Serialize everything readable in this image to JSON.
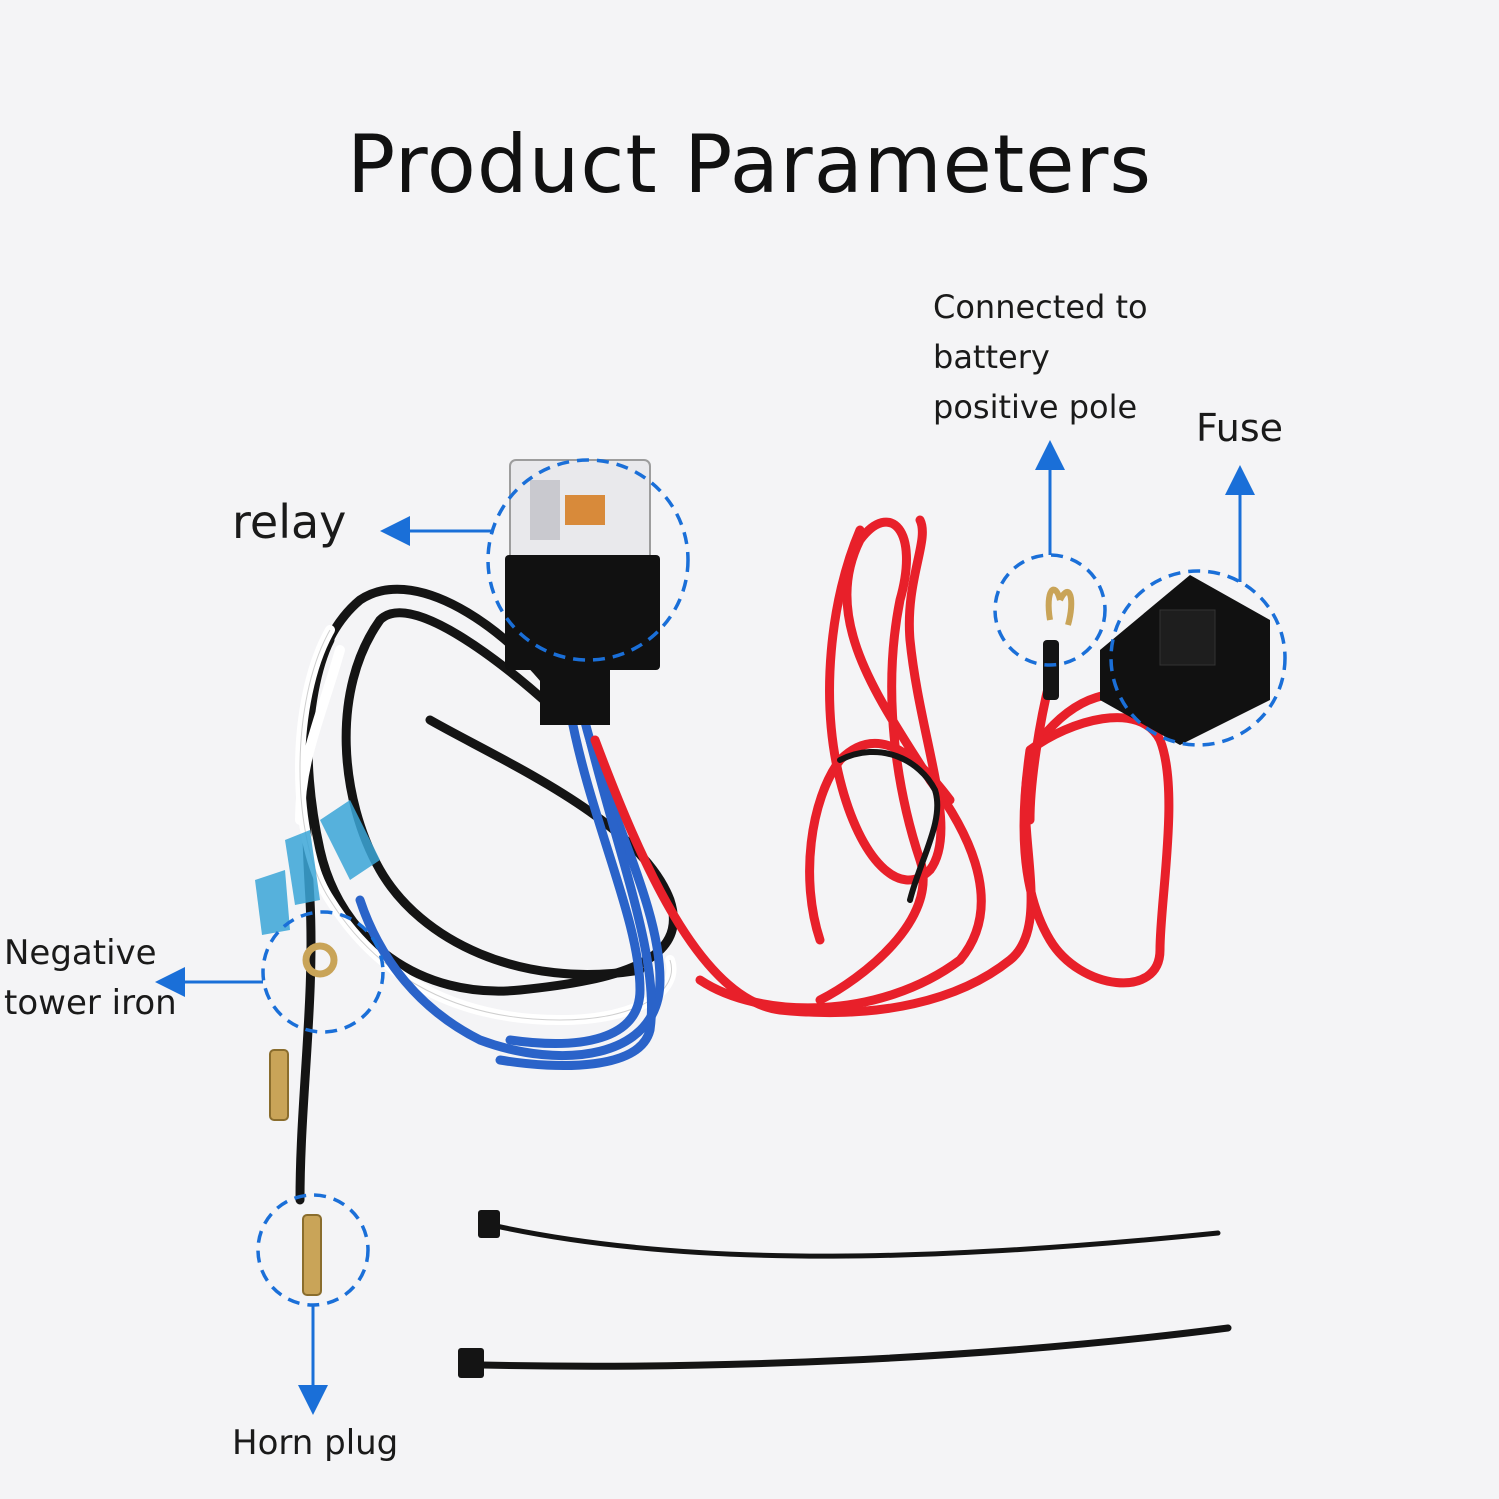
{
  "title": "Product Parameters",
  "callouts": {
    "relay": "relay",
    "battery": [
      "Connected to",
      "battery",
      "positive pole"
    ],
    "fuse": "Fuse",
    "negative": [
      "Negative",
      "tower iron"
    ],
    "horn_plug": "Horn plug"
  },
  "colors": {
    "accent": "#1a6fd8",
    "wire_red": "#e8202a",
    "wire_blue": "#2a63c9",
    "wire_black": "#141414",
    "wire_white": "#ffffff",
    "background": "#f4f4f6"
  }
}
